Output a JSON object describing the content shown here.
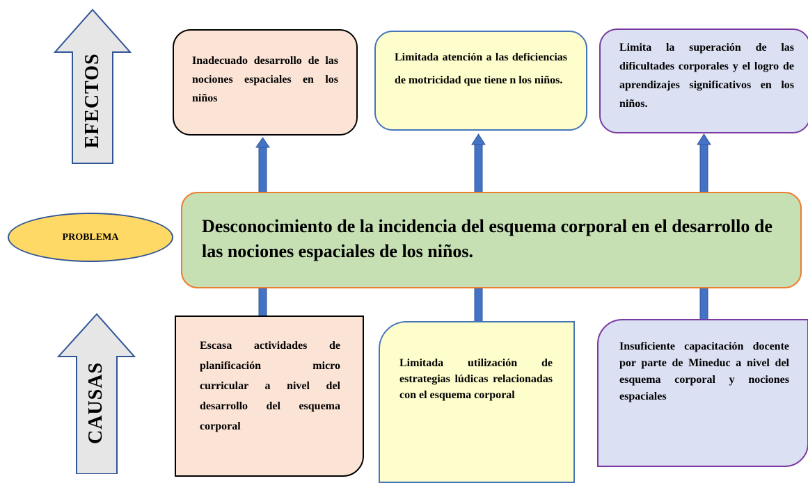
{
  "effects": [
    "Inadecuado desarrollo de las nociones espaciales en los niños",
    "Limitada atención a las deficiencias de motricidad que tiene n los niños.",
    "Limita la superación de las dificultades corporales y el logro de aprendizajes significativos en los niños."
  ],
  "problem_label": "PROBLEMA",
  "problem": "Desconocimiento de la incidencia del esquema corporal en el desarrollo de las nociones espaciales de los niños.",
  "causes": [
    "Escasa actividades de planificación micro curricular a nivel del desarrollo del esquema corporal",
    "Limitada utilización de estrategias lúdicas relacionadas con el esquema corporal",
    "Insuficiente capacitación docente por parte de Mineduc a nivel del esquema corporal y nociones espaciales"
  ],
  "label_effects": "EFECTOS",
  "label_causes": "CAUSAS",
  "colors": {
    "effect_fill_1": "#fbe4d6",
    "effect_fill_2": "#fefdcc",
    "effect_fill_3": "#dbe0f2",
    "problem_fill": "#c6e0b4",
    "problem_border": "#ed7d31",
    "oval_fill": "#ffd966",
    "connector": "#4472c4",
    "big_arrow_fill": "#e7e6e6",
    "big_arrow_border": "#2f5597"
  }
}
